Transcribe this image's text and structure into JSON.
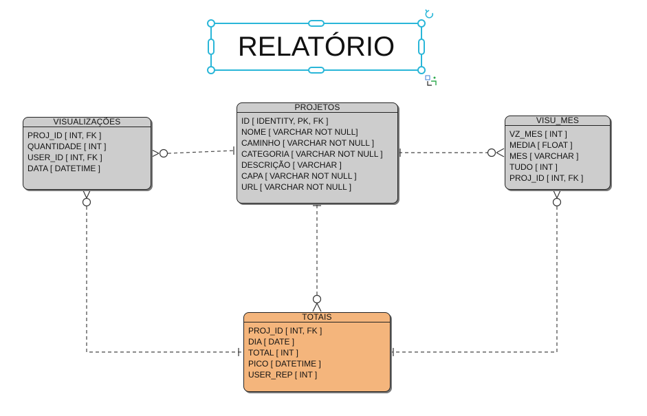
{
  "title": "RELATÓRIO",
  "entities": {
    "visualizacoes": {
      "name": "VISUALIZAÇÕES",
      "fields": [
        "PROJ_ID [ INT, FK ]",
        "QUANTIDADE [ INT ]",
        "USER_ID [ INT, FK ]",
        "DATA [ DATETIME ]"
      ]
    },
    "projetos": {
      "name": "PROJETOS",
      "fields": [
        "ID [ IDENTITY, PK, FK ]",
        "NOME [ VARCHAR NOT NULL]",
        "CAMINHO [ VARCHAR NOT NULL ]",
        "CATEGORIA [ VARCHAR NOT NULL ]",
        "DESCRIÇÃO [ VARCHAR ]",
        "CAPA [ VARCHAR NOT NULL ]",
        "URL [ VARCHAR NOT NULL ]"
      ]
    },
    "visu_mes": {
      "name": "VISU_MES",
      "fields": [
        "VZ_MES [ INT ]",
        "MEDIA [ FLOAT ]",
        "MES [ VARCHAR ]",
        "TUDO [ INT ]",
        "PROJ_ID [ INT, FK ]"
      ]
    },
    "totais": {
      "name": "TOTAIS",
      "fields": [
        "PROJ_ID [ INT, FK ]",
        "DIA [ DATE ]",
        "TOTAL [ INT ]",
        "PICO [ DATETIME ]",
        "USER_REP [ INT ]"
      ]
    }
  },
  "colors": {
    "entity_gray": "#cdcdcd",
    "entity_orange": "#f4b57c",
    "selection": "#29b6d8",
    "line": "#444444"
  }
}
